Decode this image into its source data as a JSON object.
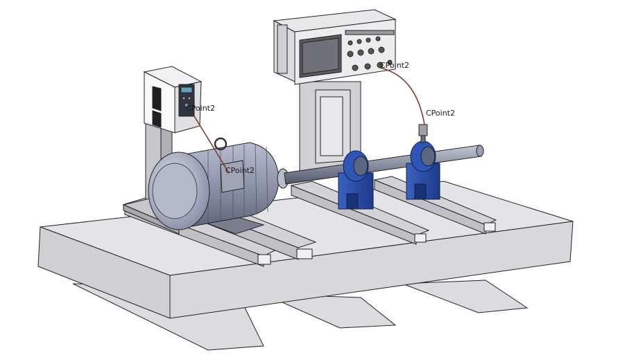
{
  "labels": {
    "cp_inverter": "CPoint2",
    "cp_motor": "CPoint2",
    "cp_scope": "CPoint2",
    "cp_sensor": "CPoint2"
  },
  "colors": {
    "background": "#ffffff",
    "base_top": "#e2e2e6",
    "base_front": "#d6d6da",
    "base_side": "#c4c4c8",
    "support": "#c8c8cc",
    "bearing": "#2a4fa8",
    "motor": "#9aa0b4",
    "shaft": "#8890a0",
    "cable": "#7a3a2a"
  }
}
